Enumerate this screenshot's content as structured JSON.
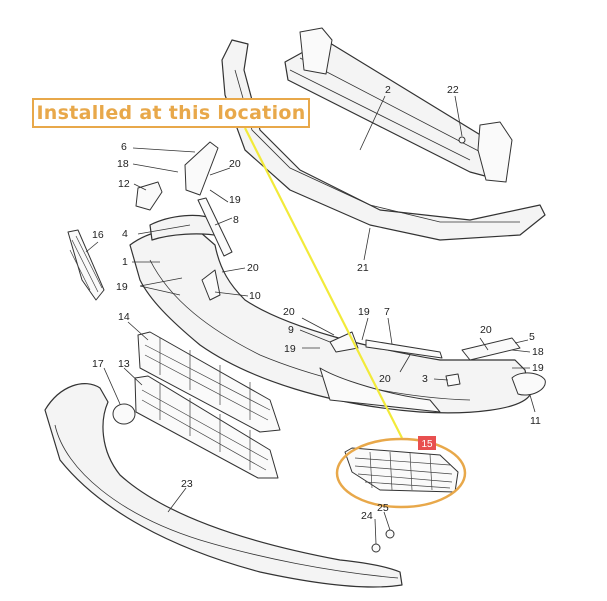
{
  "callout": {
    "text": "Installed at this location",
    "color": "#e8a84a",
    "pointer_color": "#f2ea3a"
  },
  "highlight": {
    "part_number": "15",
    "badge_color": "#e85050",
    "ellipse_color": "#e8a84a"
  },
  "part_labels": {
    "p1": "1",
    "p2": "2",
    "p3": "3",
    "p4": "4",
    "p5": "5",
    "p6": "6",
    "p7": "7",
    "p8": "8",
    "p9": "9",
    "p10": "10",
    "p11": "11",
    "p12": "12",
    "p13": "13",
    "p14": "14",
    "p16": "16",
    "p17": "17",
    "p18a": "18",
    "p18b": "18",
    "p19a": "19",
    "p19b": "19",
    "p19c": "19",
    "p19d": "19",
    "p19e": "19",
    "p20a": "20",
    "p20b": "20",
    "p20c": "20",
    "p20d": "20",
    "p20e": "20",
    "p21": "21",
    "p22": "22",
    "p23": "23",
    "p24": "24",
    "p25": "25"
  }
}
